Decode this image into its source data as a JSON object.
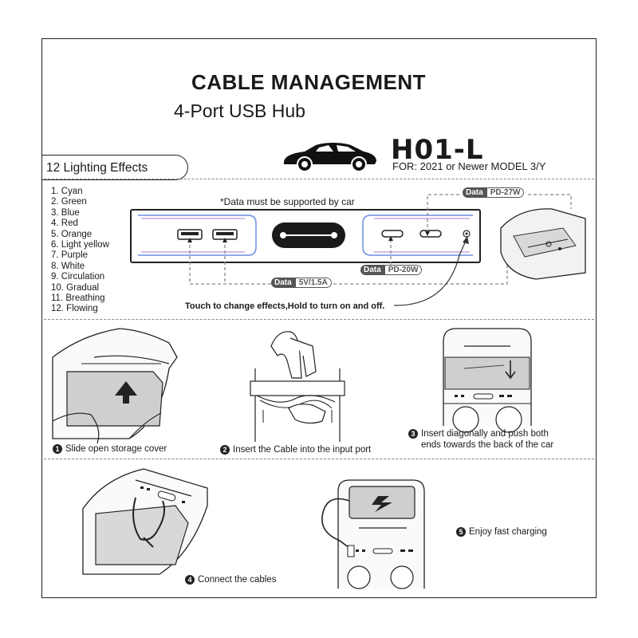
{
  "header": {
    "title": "CABLE MANAGEMENT",
    "subtitle": "4-Port USB Hub",
    "model": "H01-L",
    "for_line": "FOR: 2021 or Newer  MODEL 3/Y"
  },
  "car_icon": "car-icon",
  "lighting": {
    "title": "12 Lighting Effects",
    "effects": [
      "1. Cyan",
      "2. Green",
      "3. Blue",
      "4. Red",
      "5. Orange",
      "6. Light yellow",
      "7. Purple",
      "8. White",
      "9. Circulation",
      "10. Gradual",
      "11. Breathing",
      "12. Flowing"
    ]
  },
  "hub_diagram": {
    "note": "*Data must be supported by car",
    "labels": [
      {
        "tag": "Data",
        "value": "PD-27W"
      },
      {
        "tag": "Data",
        "value": "PD-20W"
      },
      {
        "tag": "Data",
        "value": "5V/1.5A"
      }
    ],
    "touch_text": "Touch to change effects,Hold to turn on and off."
  },
  "steps": [
    {
      "num": "1",
      "text": "Slide open storage cover"
    },
    {
      "num": "2",
      "text": "Insert the Cable into the input port"
    },
    {
      "num": "3",
      "text": "Insert diagonally and push both ends towards the back of the car"
    },
    {
      "num": "4",
      "text": "Connect the cables"
    },
    {
      "num": "5",
      "text": "Enjoy fast charging"
    }
  ],
  "colors": {
    "line": "#222222",
    "dash": "#888888",
    "glow_blue": "#6b8fe0",
    "glow_purple": "#b07ad8",
    "fill_gray": "#cfcfcf"
  }
}
